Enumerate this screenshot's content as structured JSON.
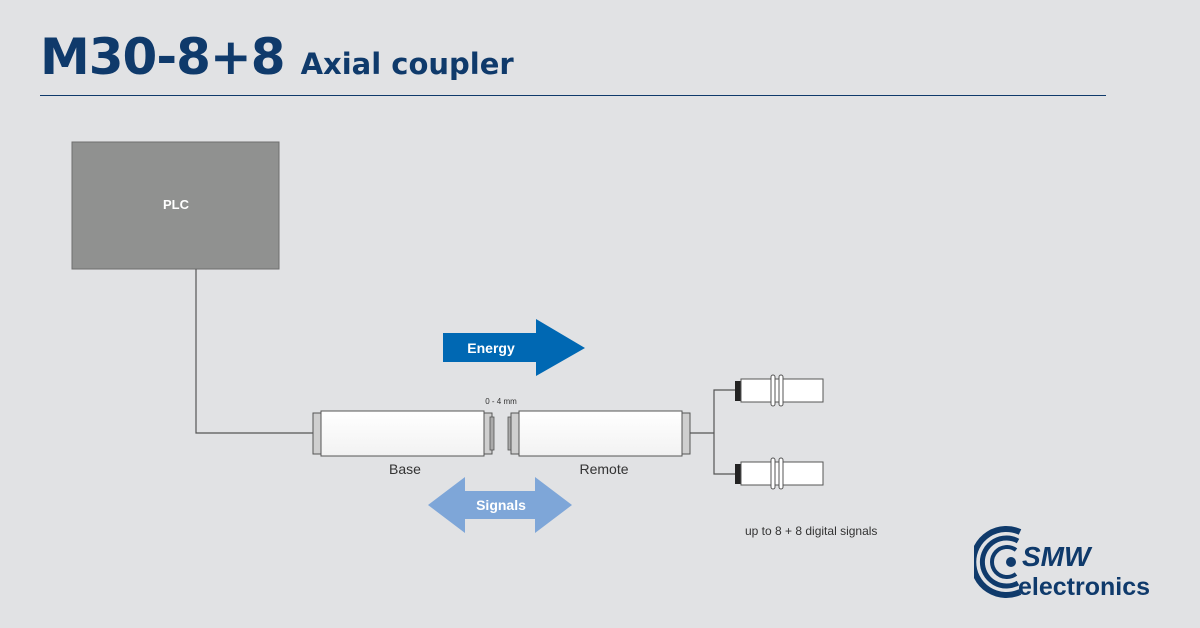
{
  "header": {
    "title": "M30-8+8",
    "subtitle": "Axial coupler"
  },
  "diagram": {
    "plc_label": "PLC",
    "energy_label": "Energy",
    "signals_label": "Signals",
    "gap_label": "0 - 4 mm",
    "base_label": "Base",
    "remote_label": "Remote",
    "signals_note": "up to 8 + 8 digital signals"
  },
  "logo": {
    "line1": "SMW",
    "line2": "electronics"
  },
  "colors": {
    "background": "#e1e2e4",
    "title": "#0f3a6b",
    "plc_box": "#909190",
    "energy_arrow": "#0068b3",
    "signals_arrow": "#7ea6d8"
  }
}
